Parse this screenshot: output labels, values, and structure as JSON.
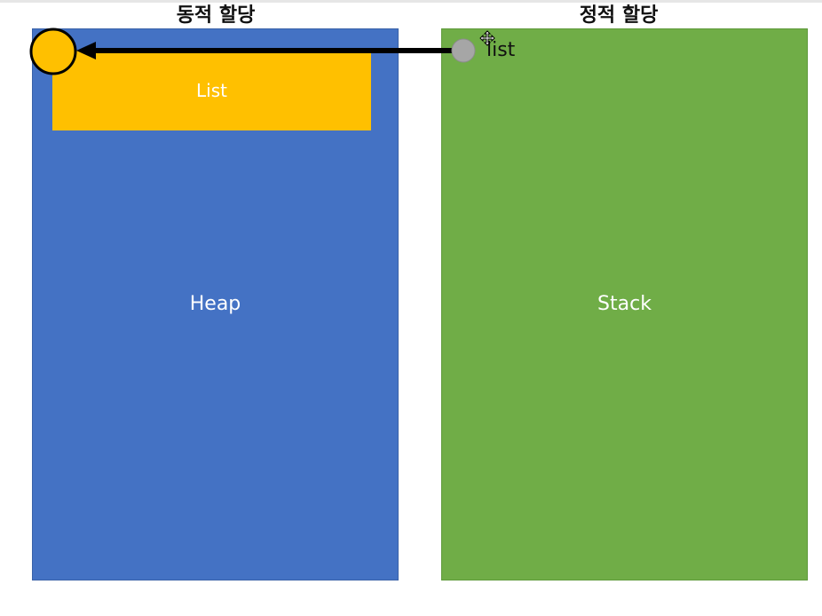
{
  "titles": {
    "dynamic": "동적 할당",
    "static": "정적 할당"
  },
  "regions": {
    "heap": "Heap",
    "stack": "Stack"
  },
  "heap_object": {
    "label": "List"
  },
  "stack_variable": {
    "label": "list"
  },
  "colors": {
    "heap": "#4472c4",
    "stack": "#70ad47",
    "object": "#ffc000",
    "pointer_dot": "#a6a6a6",
    "arrow": "#000000"
  },
  "icons": {
    "cursor": "move-cursor-icon"
  }
}
